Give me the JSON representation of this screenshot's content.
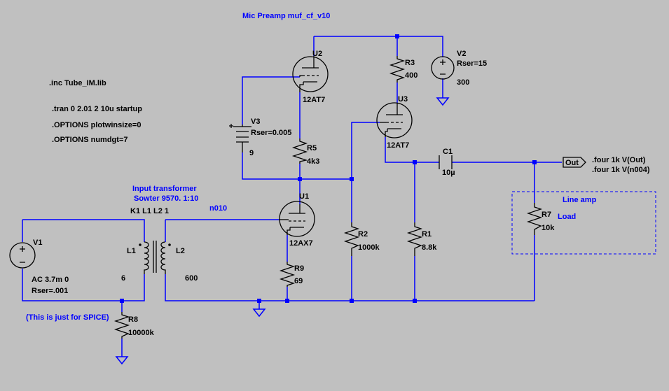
{
  "title": "Mic Preamp muf_cf_v10",
  "directives": [
    ".inc Tube_IM.lib",
    ".tran 0 2.01 2 10u startup",
    ".OPTIONS plotwinsize=0",
    ".OPTIONS numdgt=7"
  ],
  "four_directives": [
    ".four 1k V(Out)",
    ".four 1k V(n004)"
  ],
  "transformer_note": [
    "Input transformer",
    "Sowter 9570. 1:10"
  ],
  "pin_labels": "K1 L1 L2 1",
  "net_n010": "n010",
  "spice_note": "(This is just for SPICE)",
  "line_amp": "Line amp",
  "load": "Load",
  "out_label": "Out",
  "components": {
    "u2": {
      "name": "U2",
      "value": "12AT7"
    },
    "u3": {
      "name": "U3",
      "value": "12AT7"
    },
    "u1": {
      "name": "U1",
      "value": "12AX7"
    },
    "r3": {
      "name": "R3",
      "value": "400"
    },
    "r5": {
      "name": "R5",
      "value": "4k3"
    },
    "r2": {
      "name": "R2",
      "value": "1000k"
    },
    "r1": {
      "name": "R1",
      "value": "8.8k"
    },
    "r9": {
      "name": "R9",
      "value": "69"
    },
    "r8": {
      "name": "R8",
      "value": "10000k"
    },
    "r7": {
      "name": "R7",
      "value": "10k"
    },
    "c1": {
      "name": "C1",
      "value": "10µ"
    },
    "v1": {
      "name": "V1",
      "value1": "AC 3.7m 0",
      "value2": "Rser=.001"
    },
    "v2": {
      "name": "V2",
      "value1": "Rser=15",
      "value2": "300"
    },
    "v3": {
      "name": "V3",
      "value1": "Rser=0.005",
      "value2": "9"
    },
    "l1": {
      "name": "L1",
      "value": "6"
    },
    "l2": {
      "name": "L2",
      "value": "600"
    }
  }
}
